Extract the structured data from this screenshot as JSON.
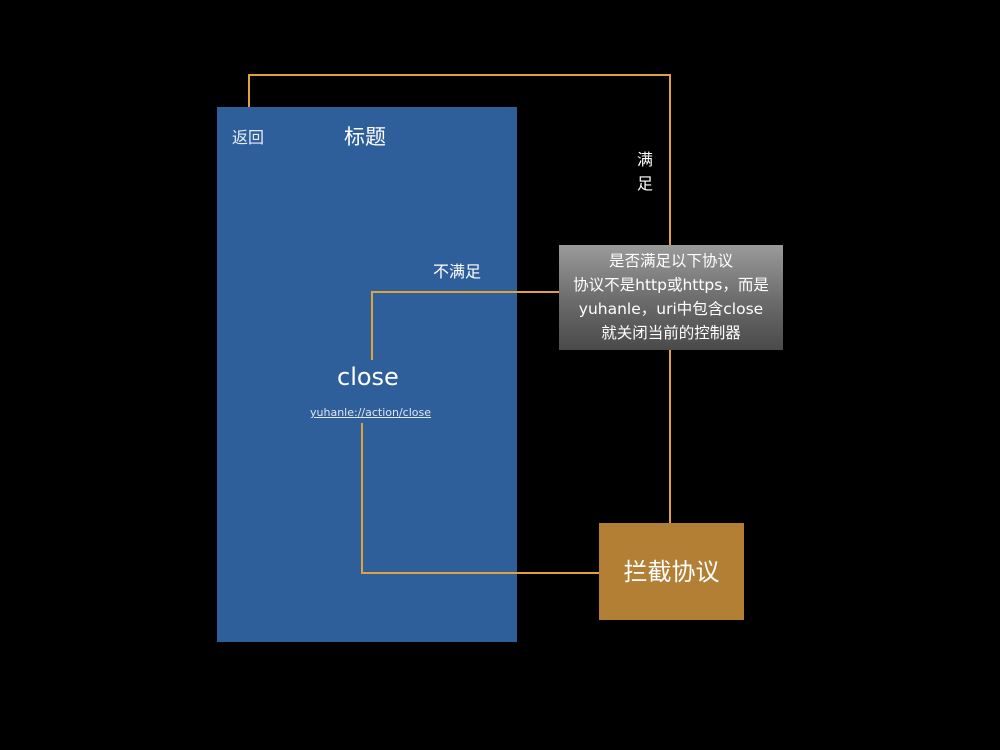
{
  "phone": {
    "back_label": "返回",
    "title": "标题",
    "close_label": "close",
    "close_link": "yuhanle://action/close"
  },
  "condition": {
    "text": "是否满足以下协议\n协议不是http或https，而是\nyuhanle，uri中包含close\n就关闭当前的控制器"
  },
  "intercept": {
    "label": "拦截协议"
  },
  "edges": {
    "satisfied_label": "满\n足",
    "unsatisfied_label": "不满足"
  },
  "colors": {
    "background": "#000000",
    "phone": "#2e5f9a",
    "connector": "#e0a23f",
    "intercept": "#b27f34",
    "condition_top": "#9a9a9a",
    "condition_bottom": "#4a4a4a"
  }
}
